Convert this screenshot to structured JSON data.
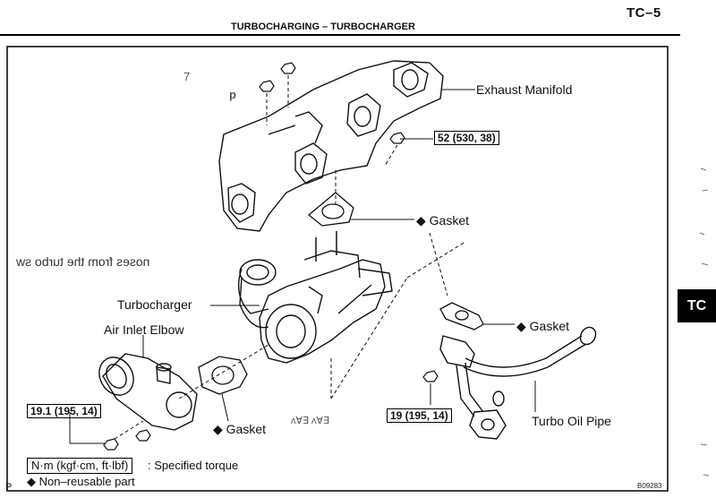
{
  "page": {
    "number": "TC–5",
    "header": "TURBOCHARGING   –   TURBOCHARGER",
    "tab": "TC"
  },
  "labels": {
    "exhaust_manifold": "Exhaust Manifold",
    "gasket_upper": "◆ Gasket",
    "turbocharger": "Turbocharger",
    "air_inlet_elbow": "Air Inlet Elbow",
    "gasket_oil": "◆ Gasket",
    "gasket_lower": "◆ Gasket",
    "turbo_oil_pipe": "Turbo Oil Pipe"
  },
  "torques": {
    "manifold": "52 (530, 38)",
    "elbow": "19.1 (195, 14)",
    "oil_pipe": "19 (195, 14)"
  },
  "legend": {
    "torque_box": "N·m (kgf·cm, ft·lbf)",
    "torque_text": ": Specified torque",
    "nonreusable": "◆ Non–reusable part"
  },
  "bleed_through": {
    "mirrored_line": "noses from the turbo sw",
    "left_digit": "7",
    "small_p": "p",
    "bottom_text": "ᴧ∀∃ ᴧ∀∃"
  },
  "margin_marker": "P",
  "figure_code": "B09283"
}
